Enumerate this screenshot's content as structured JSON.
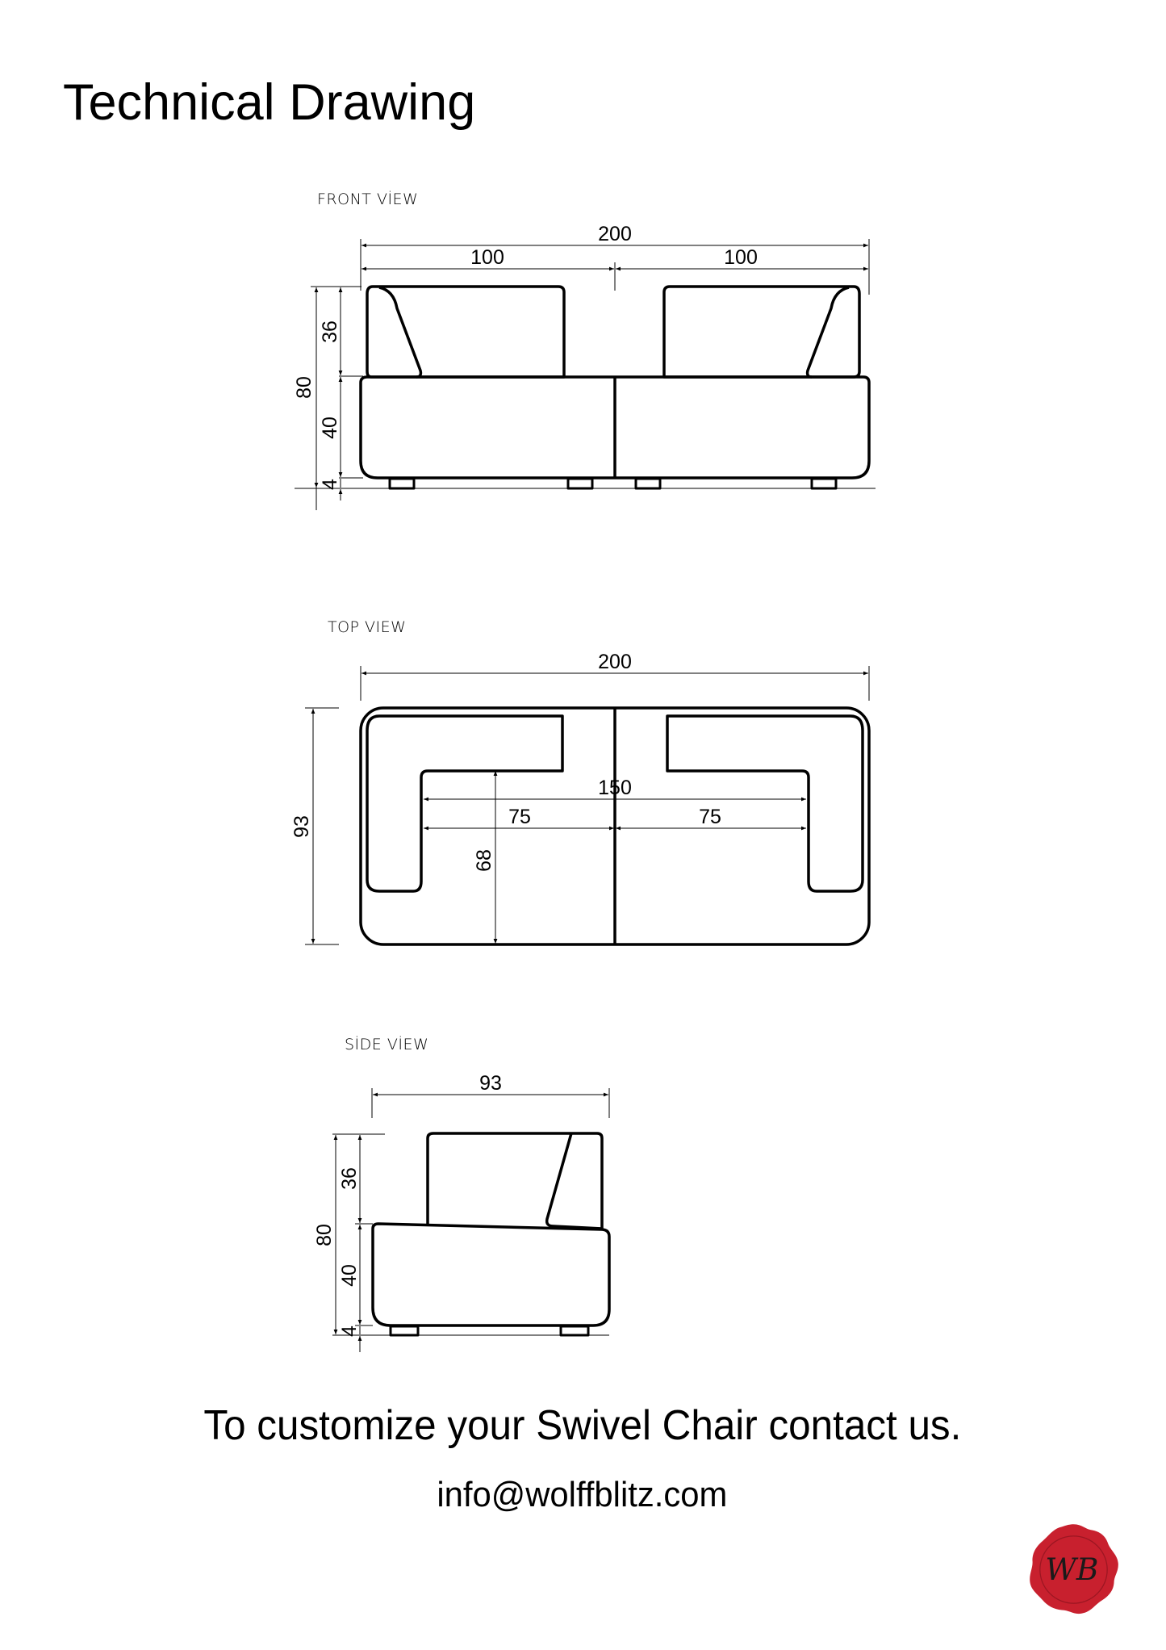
{
  "page": {
    "title": "Technical Drawing",
    "cta": "To customize your Swivel Chair contact us.",
    "email": "info@wolffblitz.com",
    "logo": {
      "monogram": "WB",
      "color": "#c8202e"
    }
  },
  "views": {
    "front": {
      "label": "FRONT VİEW",
      "dims": {
        "total_width": "200",
        "left_width": "100",
        "right_width": "100",
        "total_height": "80",
        "back_height": "36",
        "seat_height": "40",
        "leg_height": "4"
      }
    },
    "top": {
      "label": "TOP VIEW",
      "dims": {
        "total_width": "200",
        "inner_width": "150",
        "left_inner": "75",
        "right_inner": "75",
        "depth": "93",
        "seat_depth": "68"
      }
    },
    "side": {
      "label": "SİDE VİEW",
      "dims": {
        "depth": "93",
        "total_height": "80",
        "back_height": "36",
        "seat_height": "40",
        "leg_height": "4"
      }
    }
  }
}
